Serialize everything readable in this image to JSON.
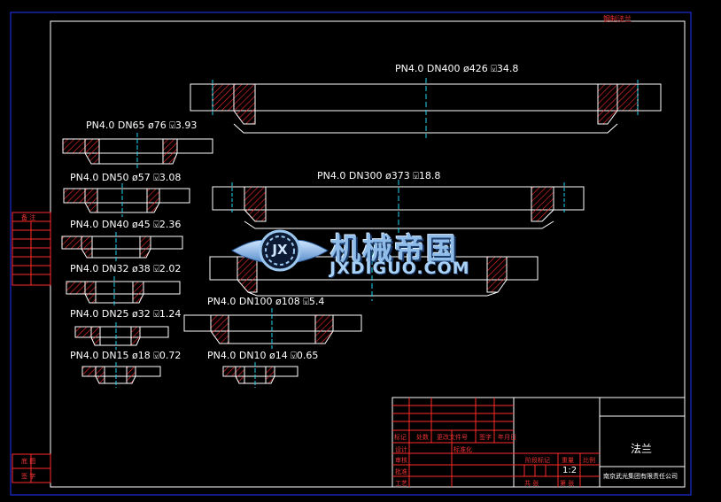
{
  "sheet": {
    "corner_label": "钢制法兰",
    "title": "法兰",
    "scale": "1:2",
    "company": "南京武光集团有限责任公司"
  },
  "flanges": [
    {
      "label": "PN4.0 DN400 ø426 ⍌34.8"
    },
    {
      "label": "PN4.0 DN65 ø76 ⍌3.93"
    },
    {
      "label": "PN4.0 DN50 ø57 ⍌3.08"
    },
    {
      "label": "PN4.0 DN300 ø373 ⍌18.8"
    },
    {
      "label": "PN4.0 DN40 ø45 ⍌2.36"
    },
    {
      "label": "PN4.0 DN32 ø38 ⍌2.02"
    },
    {
      "label": "PN4.0 DN25 ø32 ⍌1.24"
    },
    {
      "label": "PN4.0 DN100 ø108 ⍌5.4"
    },
    {
      "label": "PN4.0 DN15 ø18 ⍌0.72"
    },
    {
      "label": "PN4.0 DN10 ø14 ⍌0.65"
    }
  ],
  "watermark": {
    "cn": "机械帝国",
    "en": "JXDIGUO.COM",
    "emblem": "JX"
  },
  "title_block": {
    "row_labels": [
      "标记",
      "处数",
      "更改文件号",
      "签字",
      "年月日"
    ],
    "design": "设计",
    "check": "审核",
    "approve": "批准",
    "standard": "标准化",
    "process": "工艺",
    "stage_mark": "阶段标记",
    "weight": "重量",
    "ratio": "比例",
    "sheet_count": "共 张",
    "sheet_no": "第 张"
  },
  "side_labels": {
    "left_top": "备 注",
    "left_bottom_1": "底 图",
    "left_bottom_2": "签 字"
  },
  "colors": {
    "frame": "#2233ff",
    "border": "#ffffff",
    "hatch": "#ff2a2a",
    "center": "#22d3ee",
    "watermark": "#6aa6d8"
  }
}
